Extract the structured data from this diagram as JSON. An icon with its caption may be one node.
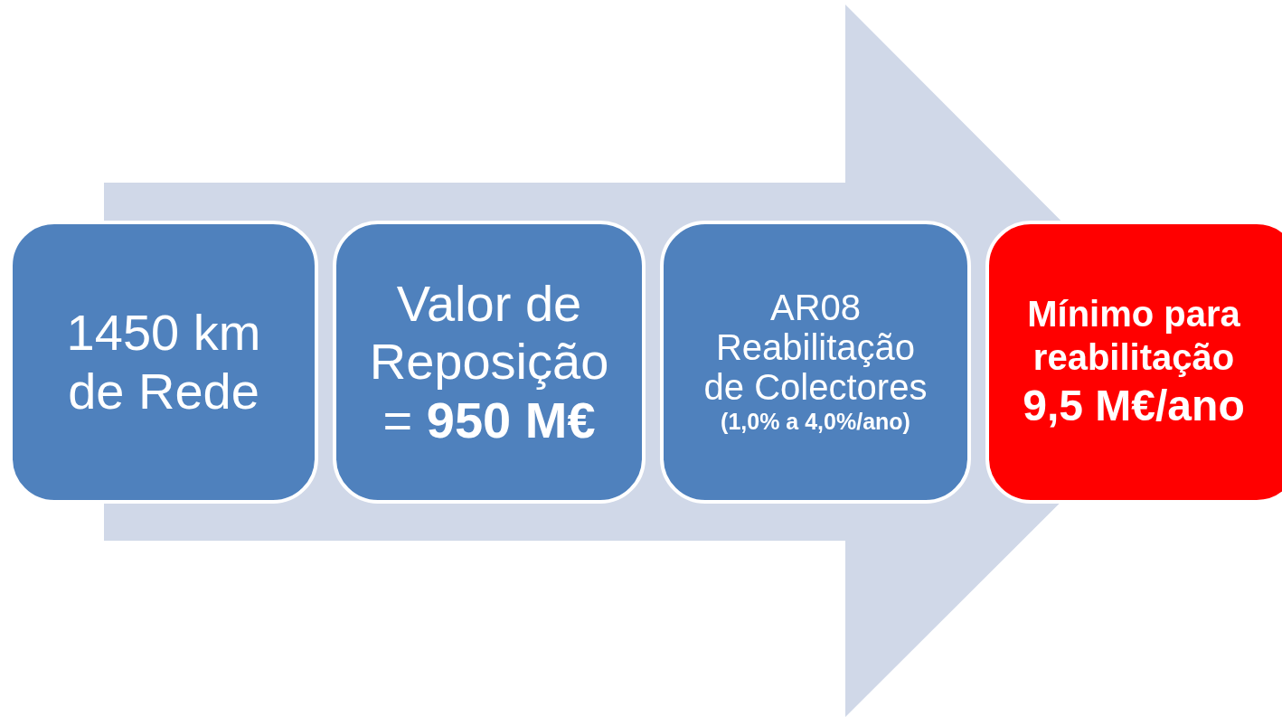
{
  "diagram": {
    "nodes": [
      {
        "text": [
          "1450 km de Rede"
        ]
      },
      {
        "text": [
          "Valor de Reposição = **950 M€**"
        ]
      },
      {
        "text": [
          "AR08 Reabilitação de Colectores",
          "(1,0% a 4,0%/ano)"
        ]
      },
      {
        "text": [
          "Mínimo para reabilitação",
          "9,5 M€/ano"
        ]
      }
    ],
    "edges": [
      {
        "from": 0,
        "to": 3,
        "arrow": "to",
        "style": "thick",
        "color": "#d0d8e8"
      }
    ]
  }
}
